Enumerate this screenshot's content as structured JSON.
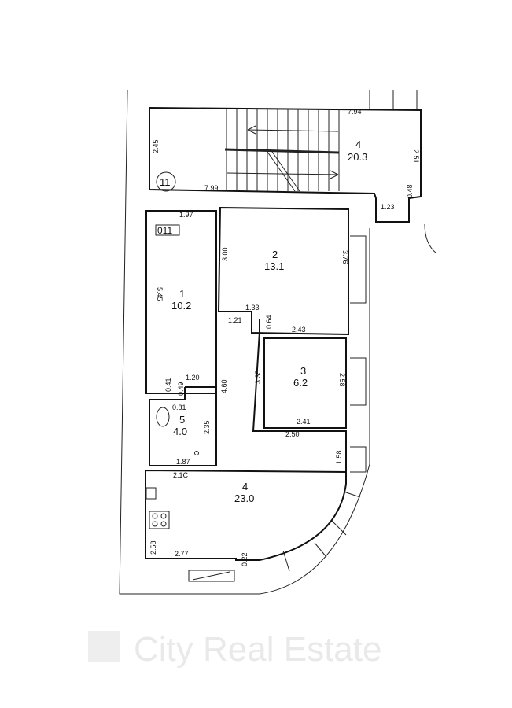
{
  "watermark": "City Real Estate",
  "marker": "11",
  "tag": "011",
  "rooms": [
    {
      "number": "4",
      "area": "20.3"
    },
    {
      "number": "1",
      "area": "10.2"
    },
    {
      "number": "2",
      "area": "13.1"
    },
    {
      "number": "3",
      "area": "6.2"
    },
    {
      "number": "5",
      "area": "4.0"
    },
    {
      "number": "4",
      "area": "23.0"
    }
  ],
  "dimensions": [
    "7.94",
    "2.45",
    "2.51",
    "7.99",
    "1.97",
    "1.23",
    "0.48",
    "5.45",
    "3.00",
    "3.76",
    "1.33",
    "1.21",
    "0.64",
    "2.43",
    "3.35",
    "2.58",
    "1.20",
    "0.41",
    "0.49",
    "4.60",
    "0.81",
    "2.35",
    "2.41",
    "2.50",
    "1.87",
    "2.1C",
    "1.58",
    "2.58",
    "2.77",
    "0.22"
  ]
}
